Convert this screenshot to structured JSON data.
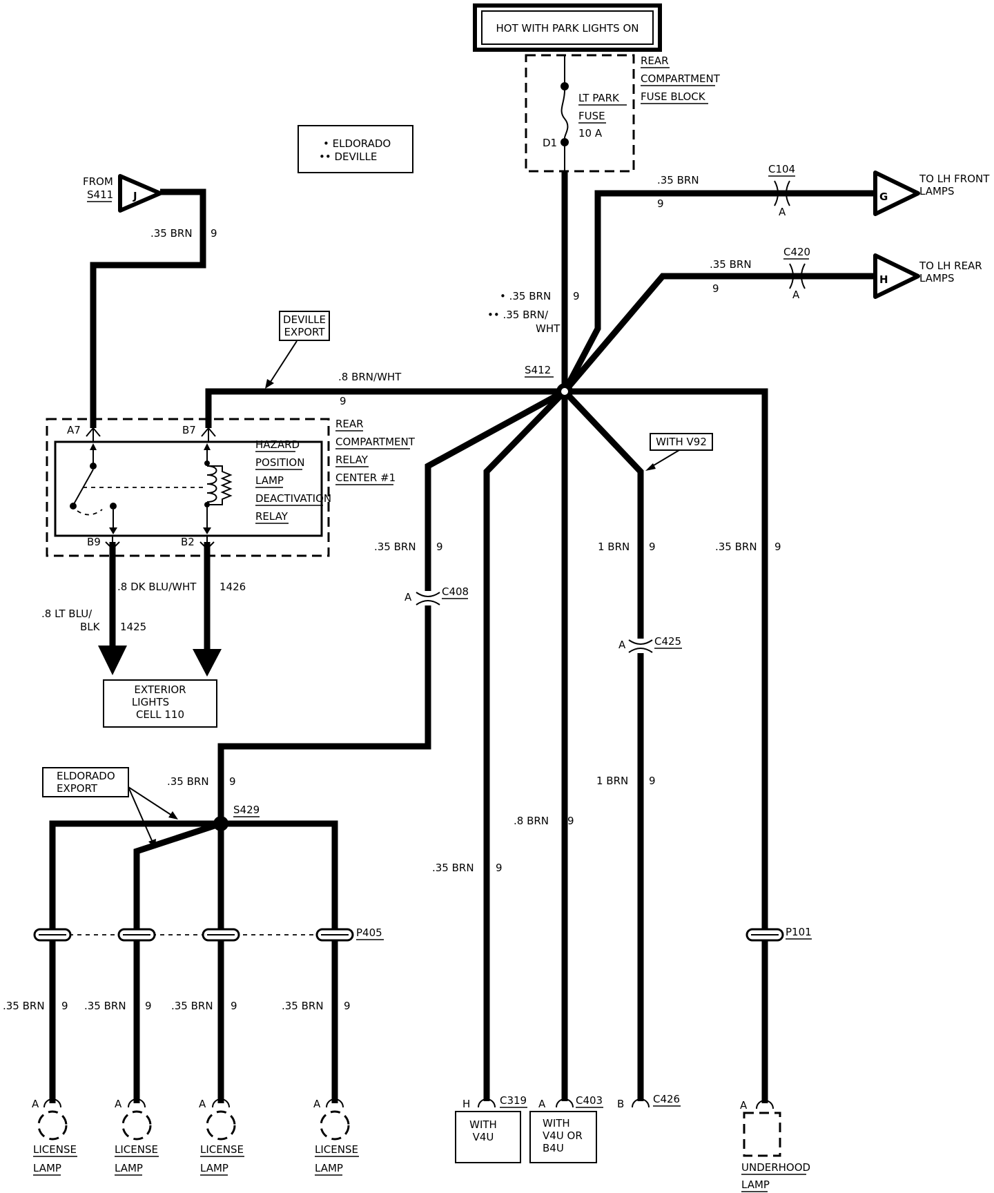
{
  "source": {
    "label": "HOT WITH PARK LIGHTS ON"
  },
  "fuse_block": {
    "line1": "REAR",
    "line2": "COMPARTMENT",
    "line3": "FUSE BLOCK",
    "fuse_name_1": "LT PARK",
    "fuse_name_2": "FUSE",
    "rating": "10 A",
    "pin": "D1"
  },
  "legend": {
    "line1": "• ELDORADO",
    "line2": "•• DEVILLE"
  },
  "from_j": {
    "letter": "J",
    "label_1": "FROM",
    "label_2": "S411",
    "wire": ".35 BRN",
    "circuit": "9"
  },
  "main_wire": {
    "label_1": "• .35 BRN",
    "label_2": "•• .35 BRN/",
    "label_3": "WHT",
    "circuit": "9"
  },
  "to_g": {
    "letter": "G",
    "label_1": "TO LH FRONT",
    "label_2": "LAMPS",
    "wire": ".35 BRN",
    "circuit": "9",
    "connector": "C104",
    "pin": "A"
  },
  "to_h": {
    "letter": "H",
    "label_1": "TO LH REAR",
    "label_2": "LAMPS",
    "wire": ".35 BRN",
    "circuit": "9",
    "connector": "C420",
    "pin": "A"
  },
  "splice_s412": {
    "label": "S412"
  },
  "deville_export": {
    "line1": "DEVILLE",
    "line2": "EXPORT",
    "wire": ".8 BRN/WHT",
    "circuit": "9"
  },
  "relay": {
    "pin_a7": "A7",
    "pin_b7": "B7",
    "pin_b9": "B9",
    "pin_b2": "B2",
    "name_1": "HAZARD",
    "name_2": "POSITION",
    "name_3": "LAMP",
    "name_4": "DEACTIVATION",
    "name_5": "RELAY",
    "center_1": "REAR",
    "center_2": "COMPARTMENT",
    "center_3": "RELAY",
    "center_4": "CENTER #1"
  },
  "relay_outputs": {
    "b2_wire": ".8 DK BLU/WHT",
    "b2_circuit": "1426",
    "b9_wire_1": ".8 LT BLU/",
    "b9_wire_2": "BLK",
    "b9_circuit": "1425"
  },
  "exterior": {
    "line1": "EXTERIOR",
    "line2": "LIGHTS",
    "line3": "CELL 110"
  },
  "branch_c408": {
    "wire": ".35 BRN",
    "circuit": "9",
    "connector": "C408",
    "pin": "A"
  },
  "with_v92": {
    "label": "WITH V92",
    "wire_upper": "1 BRN",
    "circuit_upper": "9",
    "connector": "C425",
    "pin": "A",
    "wire_lower": "1 BRN",
    "circuit_lower": "9"
  },
  "branch_p101": {
    "wire": ".35 BRN",
    "circuit": "9",
    "connector": "P101"
  },
  "branch_c319": {
    "wire": ".35 BRN",
    "circuit": "9",
    "connector": "C319",
    "pin": "H",
    "box_1": "WITH",
    "box_2": "V4U"
  },
  "branch_c403": {
    "wire": ".8 BRN",
    "circuit": "9",
    "connector": "C403",
    "pin": "A",
    "box_1": "WITH",
    "box_2": "V4U OR",
    "box_3": "B4U"
  },
  "branch_c426": {
    "connector": "C426",
    "pin": "B"
  },
  "underhood": {
    "pin": "A",
    "line1": "UNDERHOOD",
    "line2": "LAMP"
  },
  "splice_s429": {
    "label": "S429",
    "wire": ".35 BRN",
    "circuit": "9"
  },
  "eldorado_export": {
    "line1": "ELDORADO",
    "line2": "EXPORT"
  },
  "connector_p405": {
    "label": "P405"
  },
  "license_lamps": [
    {
      "wire": ".35 BRN",
      "circuit": "9",
      "pin": "A",
      "line1": "LICENSE",
      "line2": "LAMP"
    },
    {
      "wire": ".35 BRN",
      "circuit": "9",
      "pin": "A",
      "line1": "LICENSE",
      "line2": "LAMP"
    },
    {
      "wire": ".35 BRN",
      "circuit": "9",
      "pin": "A",
      "line1": "LICENSE",
      "line2": "LAMP"
    },
    {
      "wire": ".35 BRN",
      "circuit": "9",
      "pin": "A",
      "line1": "LICENSE",
      "line2": "LAMP"
    }
  ]
}
